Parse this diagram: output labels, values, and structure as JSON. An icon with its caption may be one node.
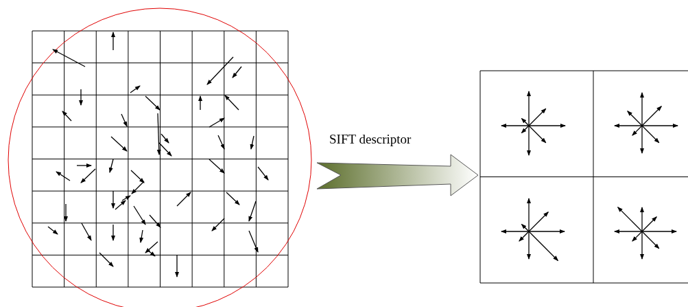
{
  "diagram": {
    "nodes": [
      {
        "text": [],
        "shape": "grid"
      },
      {
        "text": [],
        "shape": "grid"
      }
    ],
    "edges": [
      {
        "from": 0,
        "to": 1,
        "arrow": "to",
        "label": "SIFT descriptor"
      }
    ]
  }
}
